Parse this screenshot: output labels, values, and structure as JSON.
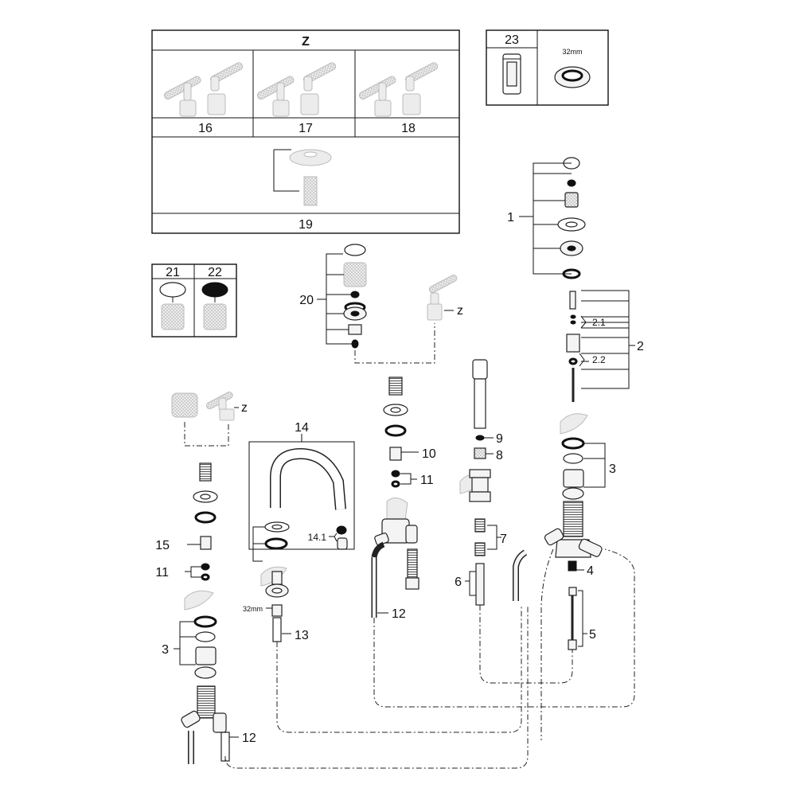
{
  "kit_box": {
    "title": "Z",
    "sets": [
      {
        "label": "16"
      },
      {
        "label": "17"
      },
      {
        "label": "18"
      }
    ],
    "flange_label": "19"
  },
  "tool_box": {
    "number": "23",
    "size": "32mm"
  },
  "caps_box": {
    "left": "21",
    "right": "22"
  },
  "callouts": {
    "c1": "1",
    "c2": "2",
    "c2_1": "2.1",
    "c2_2": "2.2",
    "c3_right": "3",
    "c3_left": "3",
    "c4": "4",
    "c5": "5",
    "c6": "6",
    "c7": "7",
    "c8": "8",
    "c9": "9",
    "c10": "10",
    "c11_center": "11",
    "c11_left": "11",
    "c12_center": "12",
    "c12_left": "12",
    "c13": "13",
    "c14": "14",
    "c14_1": "14.1",
    "c15": "15",
    "c20": "20",
    "z_center": "z",
    "z_left": "z",
    "spout_size": "32mm"
  },
  "icons": [
    "lever-handle-icon",
    "knurled-knob-icon",
    "cartridge-icon",
    "wrench-socket-icon",
    "hand-shower-icon",
    "spout-icon",
    "hose-icon",
    "diverter-icon"
  ]
}
